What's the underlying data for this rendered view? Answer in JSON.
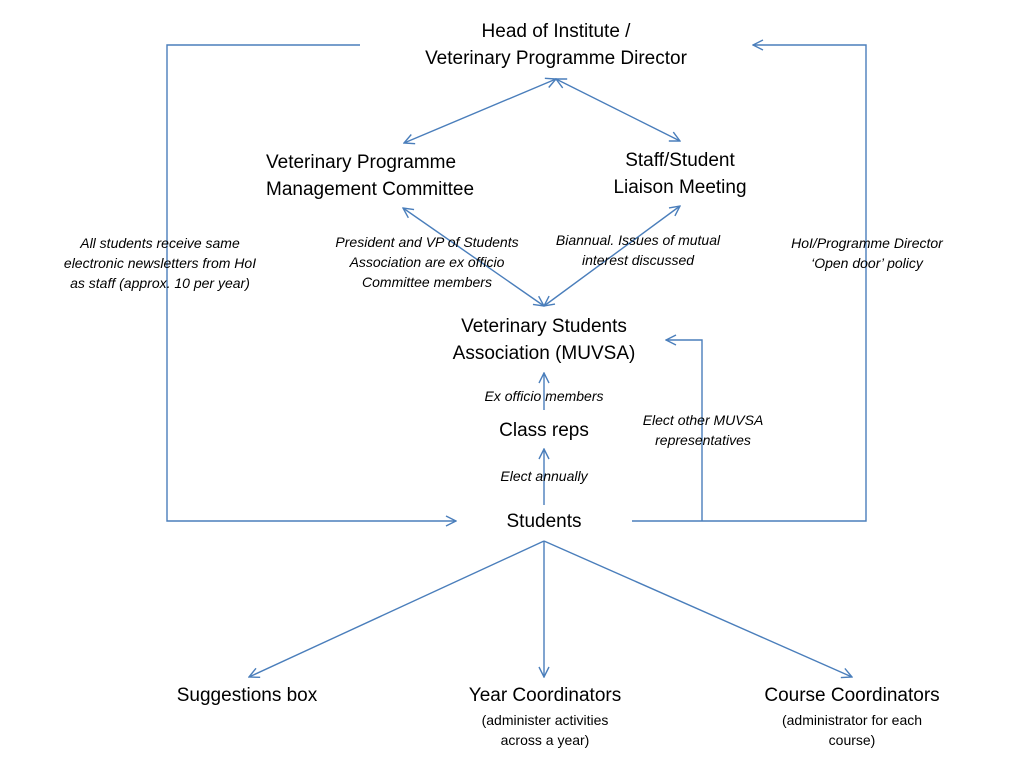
{
  "nodes": {
    "head": [
      "Head of Institute /",
      "Veterinary Programme Director"
    ],
    "vpmc": [
      "Veterinary Programme",
      "Management Committee"
    ],
    "sslm": [
      "Staff/Student",
      "Liaison Meeting"
    ],
    "muvsa": [
      "Veterinary Students",
      "Association (MUVSA)"
    ],
    "classreps": "Class reps",
    "students": "Students",
    "suggestions": "Suggestions box",
    "year_coord": {
      "title": "Year Coordinators",
      "sub": [
        "(administer activities",
        "across a year)"
      ]
    },
    "course_coord": {
      "title": "Course Coordinators",
      "sub": [
        "(administrator for each",
        "course)"
      ]
    }
  },
  "notes": {
    "newsletters": [
      "All students receive same",
      "electronic newsletters from HoI",
      "as staff (approx. 10 per year)"
    ],
    "president_vp": [
      "President and VP of Students",
      "Association are ex officio",
      "Committee members"
    ],
    "biannual": [
      "Biannual. Issues of mutual",
      "interest discussed"
    ],
    "open_door": [
      "HoI/Programme Director",
      "‘Open door’ policy"
    ],
    "ex_officio": "Ex officio members",
    "elect_annually": "Elect annually",
    "elect_other": [
      "Elect other MUVSA",
      "representatives"
    ]
  },
  "colors": {
    "arrow": "#4a7ebb"
  }
}
